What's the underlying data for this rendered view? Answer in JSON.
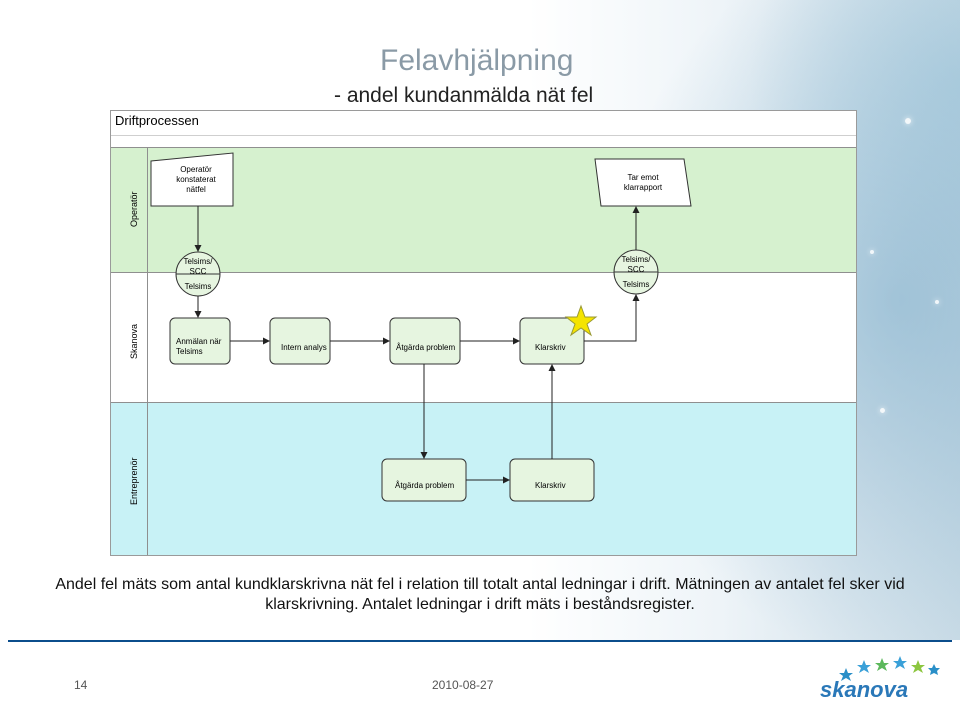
{
  "slide": {
    "title": "Felavhjälpning",
    "subtitle": "- andel kundanmälda nät fel",
    "caption": "Andel fel mäts som antal kundklarskrivna nät fel i relation till totalt antal ledningar i drift. Mätningen av antalet fel sker vid klarskrivning. Antalet ledningar i drift mäts i beståndsregister.",
    "page_number": "14",
    "date": "2010-08-27",
    "logo_text": "skanova"
  },
  "diagram": {
    "header": "Driftprocessen",
    "lanes": [
      {
        "label": "Operatör",
        "color": "#d6f1cf"
      },
      {
        "label": "Skanova",
        "color": "#ffffff"
      },
      {
        "label": "Entreprenör",
        "color": "#c8f2f6"
      }
    ],
    "nodes": {
      "operator_reports": "Operatör konstaterat nätfel",
      "receives_report": "Tar emot klarrapport",
      "telsims_scc_left": "Telsims/ SCC",
      "telsims_left": "Telsims",
      "telsims_scc_right": "Telsims/ SCC",
      "telsims_right": "Telsims",
      "report_telsims": "Anmälan när Telsims",
      "intern_analys": "Intern analys",
      "fix_problem_skanova": "Åtgärda problem",
      "close_skanova": "Klarskriv",
      "fix_problem_entre": "Åtgärda problem",
      "close_entre": "Klarskriv"
    },
    "colors": {
      "node_fill": "#e6f5e0",
      "node_stroke": "#333333",
      "star": "#f5e400"
    }
  }
}
